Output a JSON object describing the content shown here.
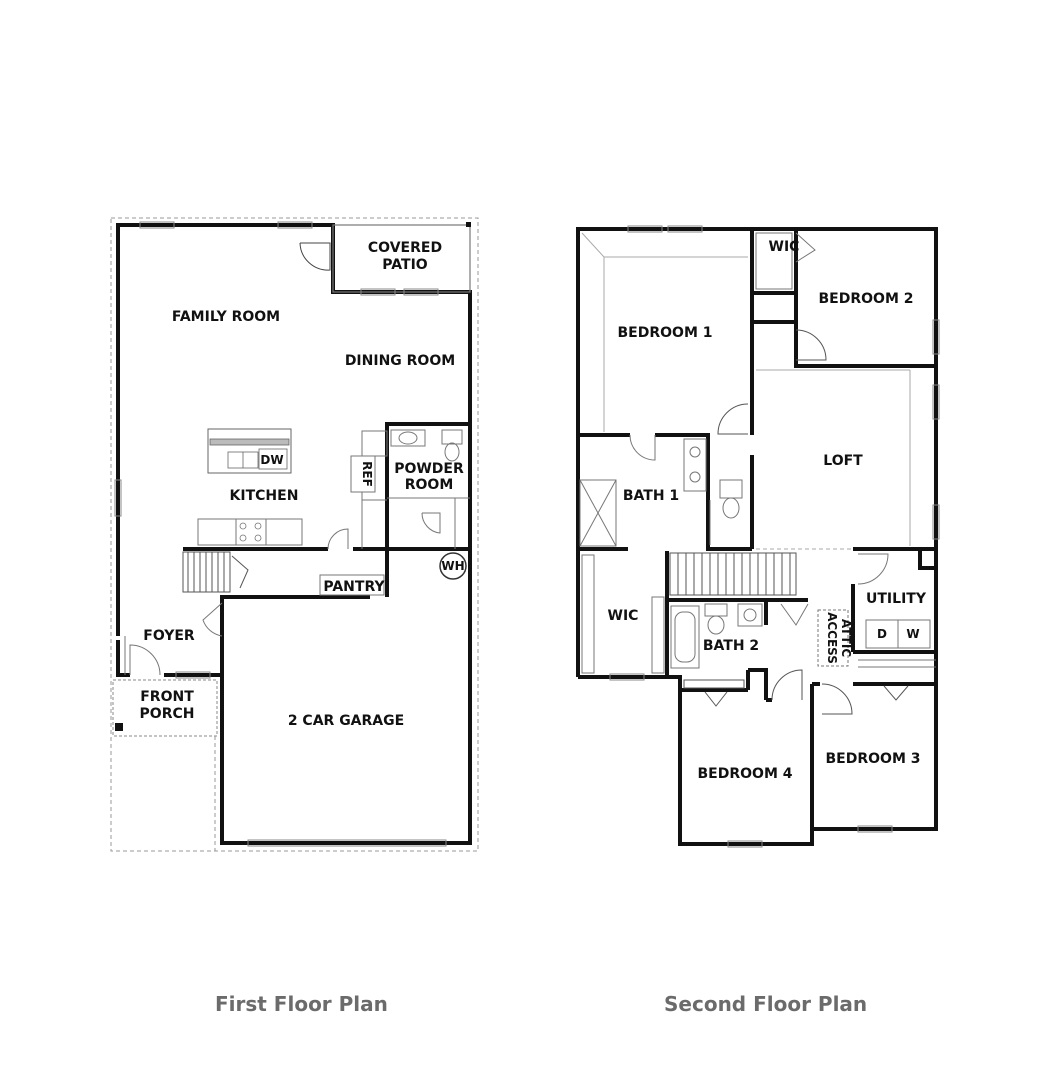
{
  "first_floor": {
    "caption": "First Floor Plan",
    "rooms": {
      "covered_patio": [
        "COVERED",
        "PATIO"
      ],
      "family_room": "FAMILY ROOM",
      "dining_room": "DINING ROOM",
      "dw": "DW",
      "kitchen": "KITCHEN",
      "ref": "REF",
      "powder_room": [
        "POWDER",
        "ROOM"
      ],
      "wh": "WH",
      "pantry": "PANTRY",
      "foyer": "FOYER",
      "front_porch": [
        "FRONT",
        "PORCH"
      ],
      "garage": "2 CAR GARAGE"
    }
  },
  "second_floor": {
    "caption": "Second Floor Plan",
    "rooms": {
      "wic_top": "WIC",
      "bedroom_2": "BEDROOM 2",
      "bedroom_1": "BEDROOM 1",
      "loft": "LOFT",
      "bath_1": "BATH 1",
      "wic_left": "WIC",
      "bath_2": "BATH 2",
      "attic_access": [
        "ATTIC",
        "ACCESS"
      ],
      "utility": "UTILITY",
      "dryer": "D",
      "washer": "W",
      "bedroom_4": "BEDROOM 4",
      "bedroom_3": "BEDROOM 3"
    }
  },
  "colors": {
    "wall": "#111111",
    "thin_line": "#555555",
    "dashed_line": "#999999",
    "caption": "#6b6b6b"
  }
}
